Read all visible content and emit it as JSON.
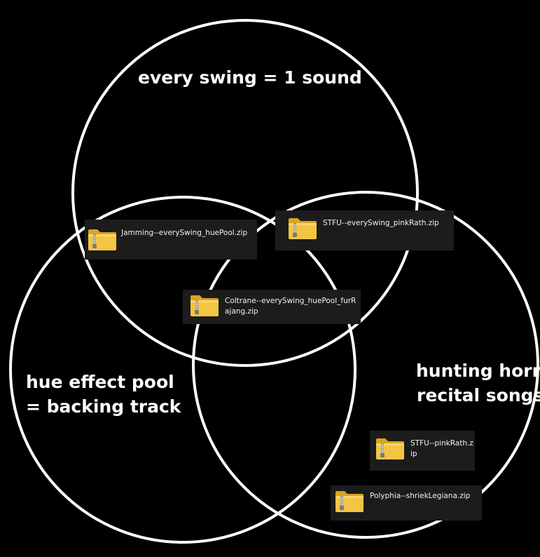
{
  "sets": [
    {
      "id": "top",
      "label_lines": [
        "every swing = 1 sound"
      ]
    },
    {
      "id": "left",
      "label_lines": [
        "hue effect pool",
        "= backing track"
      ]
    },
    {
      "id": "right",
      "label_lines": [
        "hunting horn",
        "recital songs"
      ]
    }
  ],
  "files": [
    {
      "name": "Jamming--everySwing_huePool.zip",
      "icon": "zip-folder-icon"
    },
    {
      "name": "STFU--everySwing_pinkRath.zip",
      "icon": "zip-folder-icon"
    },
    {
      "name": "Coltrane--everySwing_huePool_furRajang.zip",
      "icon": "zip-folder-icon"
    },
    {
      "name": "STFU--pinkRath.zip",
      "icon": "zip-folder-icon"
    },
    {
      "name": "Polyphia--shriekLegiana.zip",
      "icon": "zip-folder-icon"
    }
  ],
  "colors": {
    "background": "#000000",
    "circle_stroke": "#ffffff",
    "tile": "#1c1c1c",
    "folder": "#f4c542",
    "folder_dark": "#d9a520"
  }
}
